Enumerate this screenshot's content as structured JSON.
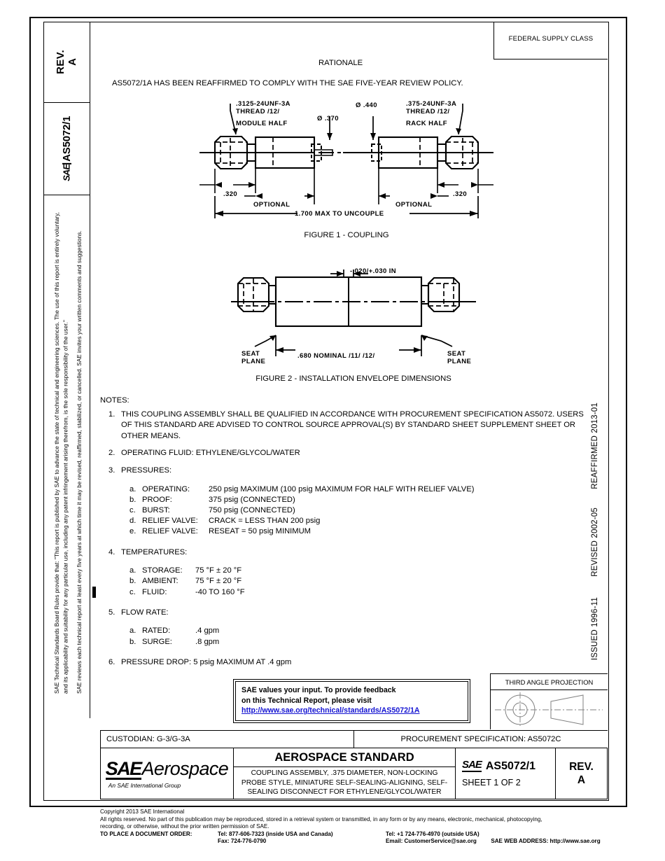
{
  "sidebar": {
    "rev_label": "REV.",
    "rev_value": "A",
    "doc_number": "AS5072/1",
    "sae_mark": "SAE",
    "legal_paragraph_1": "SAE Technical Standards Board Rules provide that: \"This report is published by SAE to advance the state of technical and engineering sciences. The use of this report is entirely voluntary, and its applicability and suitability for any particular use, including any patent infringement arising therefrom, is the sole responsibility of the user.\"",
    "legal_paragraph_2": "SAE reviews each technical report at least every five years at which time it may be revised, reaffirmed, stabilized, or cancelled. SAE invites your written comments and suggestions."
  },
  "dates": {
    "reaffirmed": "REAFFIRMED 2013-01",
    "revised": "REVISED 2002-05",
    "issued": "ISSUED 1996-11"
  },
  "federal_supply_class": {
    "label": "FEDERAL SUPPLY CLASS"
  },
  "rationale": {
    "title": "RATIONALE",
    "body": "AS5072/1A HAS BEEN REAFFIRMED TO COMPLY WITH THE SAE FIVE-YEAR REVIEW POLICY."
  },
  "figure1": {
    "caption": "FIGURE 1 - COUPLING",
    "callouts": {
      "thread_left_1": ".3125-24UNF-3A",
      "thread_left_2": "THREAD /12/",
      "module_half": "MODULE HALF",
      "dia_370": "Ø .370",
      "dia_440": "Ø .440",
      "thread_right_1": ".375-24UNF-3A",
      "thread_right_2": "THREAD /12/",
      "rack_half": "RACK HALF",
      "dim_320_left": ".320",
      "dim_320_right": ".320",
      "optional_left": "OPTIONAL",
      "optional_right": "OPTIONAL",
      "uncouple": "1.700 MAX TO UNCOUPLE"
    }
  },
  "figure2": {
    "caption": "FIGURE 2 - INSTALLATION ENVELOPE DIMENSIONS",
    "callouts": {
      "gap": "-.020/+.030 IN",
      "seat_plane_left_1": "SEAT",
      "seat_plane_left_2": "PLANE",
      "seat_plane_right_1": "SEAT",
      "seat_plane_right_2": "PLANE",
      "nominal": ".680 NOMINAL /11/ /12/"
    }
  },
  "notes": {
    "heading": "NOTES:",
    "items": [
      {
        "num": "1.",
        "text": "THIS COUPLING ASSEMBLY SHALL BE QUALIFIED IN ACCORDANCE WITH PROCUREMENT SPECIFICATION AS5072.  USERS OF THIS STANDARD ARE ADVISED TO CONTROL SOURCE APPROVAL(S) BY STANDARD SHEET SUPPLEMENT SHEET OR OTHER MEANS."
      },
      {
        "num": "2.",
        "text": "OPERATING FLUID:  ETHYLENE/GLYCOL/WATER"
      },
      {
        "num": "3.",
        "text": "PRESSURES:",
        "sub": [
          {
            "let": "a.",
            "key": "OPERATING:",
            "val": "250 psig MAXIMUM (100 psig MAXIMUM FOR HALF WITH RELIEF VALVE)"
          },
          {
            "let": "b.",
            "key": "PROOF:",
            "val": "375 psig (CONNECTED)"
          },
          {
            "let": "c.",
            "key": "BURST:",
            "val": "750 psig (CONNECTED)"
          },
          {
            "let": "d.",
            "key": "RELIEF VALVE:",
            "val": "CRACK = LESS THAN 200 psig"
          },
          {
            "let": "e.",
            "key": "RELIEF VALVE:",
            "val": "RESEAT = 50 psig MINIMUM"
          }
        ]
      },
      {
        "num": "4.",
        "text": "TEMPERATURES:",
        "sub": [
          {
            "let": "a.",
            "key": "STORAGE:",
            "val": "75 °F ± 20 °F"
          },
          {
            "let": "b.",
            "key": "AMBIENT:",
            "val": "75 °F ± 20 °F"
          },
          {
            "let": "c.",
            "key": "FLUID:",
            "val": "-40 TO 160 °F"
          }
        ]
      },
      {
        "num": "5.",
        "text": "FLOW RATE:",
        "sub": [
          {
            "let": "a.",
            "key": "RATED:",
            "val": ".4 gpm"
          },
          {
            "let": "b.",
            "key": "SURGE:",
            "val": ".8 gpm"
          }
        ]
      },
      {
        "num": "6.",
        "text": "PRESSURE DROP:  5 psig MAXIMUM AT .4 gpm"
      }
    ]
  },
  "feedback": {
    "line1": "SAE values your input. To provide feedback",
    "line2": "on this Technical Report, please visit",
    "link": "http://www.sae.org/technical/standards/AS5072/1A"
  },
  "third_angle": {
    "title": "THIRD ANGLE PROJECTION"
  },
  "title_block": {
    "custodian": "CUSTODIAN: G-3/G-3A",
    "procurement_spec": "PROCUREMENT SPECIFICATION: AS5072C",
    "logo_sae": "SAE",
    "logo_aerospace": "Aerospace",
    "logo_tagline": "An SAE International Group",
    "standard_type": "AEROSPACE STANDARD",
    "title_text": "COUPLING ASSEMBLY, .375 DIAMETER, NON-LOCKING PROBE STYLE, MINIATURE SELF-SEALING-ALIGNING, SELF-SEALING DISCONNECT FOR ETHYLENE/GLYCOL/WATER",
    "doc_number": "AS5072/1",
    "sheet": "SHEET 1 OF 2",
    "rev_label": "REV.",
    "rev_value": "A"
  },
  "footer": {
    "copyright": "Copyright 2013 SAE International",
    "rights_1": "All rights reserved. No part of this publication may be reproduced, stored in a retrieval system or transmitted, in any form or by any means, electronic, mechanical, photocopying,",
    "rights_2": "recording, or otherwise, without the prior written permission of SAE.",
    "order_label": "TO PLACE A DOCUMENT ORDER:",
    "tel_inside": "Tel: 877-606-7323 (inside USA and Canada)",
    "fax": "Fax: 724-776-0790",
    "tel_outside": "Tel: +1 724-776-4970 (outside USA)",
    "email": "Email: CustomerService@sae.org",
    "web": "SAE WEB ADDRESS: http://www.sae.org"
  },
  "colors": {
    "ink": "#000000",
    "link": "#1414d2",
    "drawing_gray": "#808080"
  }
}
